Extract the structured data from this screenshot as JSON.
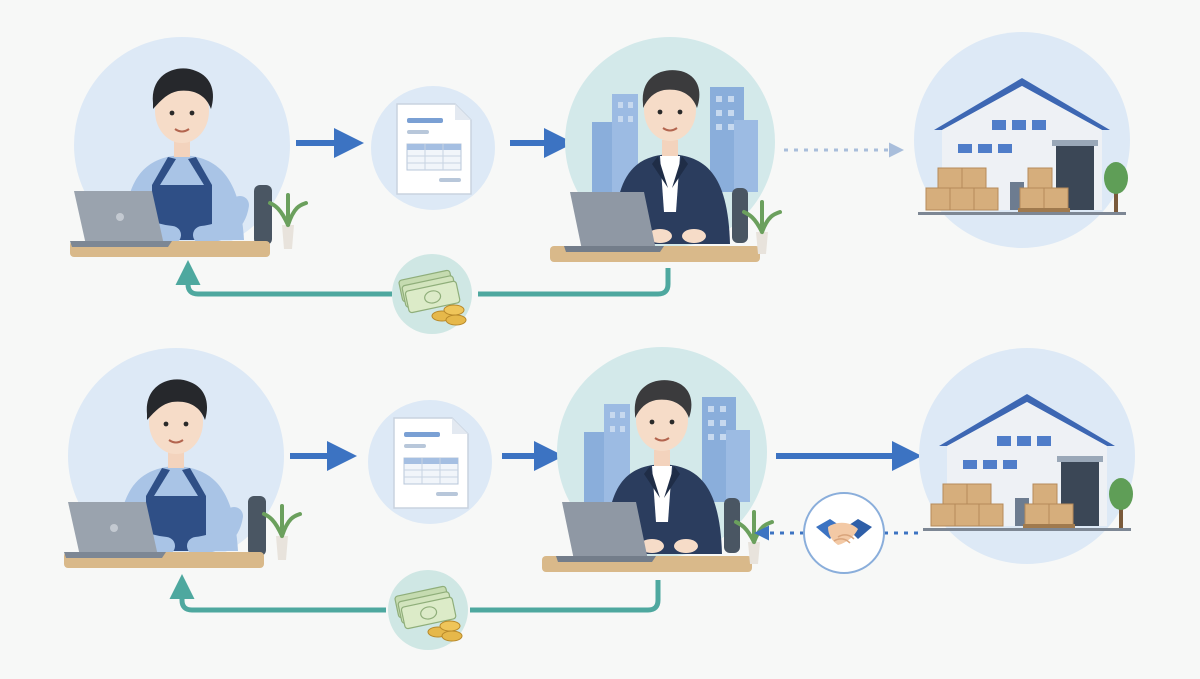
{
  "diagram": {
    "layout": "two-row-flow",
    "rows": [
      {
        "id": "row-top",
        "nodes": [
          "seller",
          "invoice-document",
          "buyer",
          "warehouse"
        ],
        "flows": [
          {
            "from": "seller",
            "to": "invoice-document",
            "style": "solid",
            "color": "#3c73c2"
          },
          {
            "from": "invoice-document",
            "to": "buyer",
            "style": "solid",
            "color": "#3c73c2"
          },
          {
            "from": "buyer",
            "to": "warehouse",
            "style": "dotted",
            "color": "#a9bedb"
          },
          {
            "from": "buyer",
            "to": "seller",
            "via": "money",
            "style": "solid",
            "color": "#4ea89f"
          }
        ]
      },
      {
        "id": "row-bottom",
        "nodes": [
          "seller",
          "invoice-document",
          "buyer",
          "warehouse",
          "handshake"
        ],
        "flows": [
          {
            "from": "seller",
            "to": "invoice-document",
            "style": "solid",
            "color": "#3c73c2"
          },
          {
            "from": "invoice-document",
            "to": "buyer",
            "style": "solid",
            "color": "#3c73c2"
          },
          {
            "from": "buyer",
            "to": "warehouse",
            "style": "solid",
            "color": "#3c73c2"
          },
          {
            "from": "warehouse",
            "to": "buyer",
            "via": "handshake",
            "style": "dotted",
            "color": "#3c73c2"
          },
          {
            "from": "buyer",
            "to": "seller",
            "via": "money",
            "style": "solid",
            "color": "#4ea89f"
          }
        ]
      }
    ]
  },
  "icons": {
    "seller": "person-with-apron-at-laptop",
    "document": "invoice-document-icon",
    "buyer": "businessman-at-laptop",
    "warehouse": "warehouse-with-boxes",
    "money": "cash-and-coins-icon",
    "handshake": "handshake-icon"
  },
  "colors": {
    "background": "#f7f8f7",
    "circle_blue": "#dde9f6",
    "circle_teal": "#d3e9ea",
    "arrow_blue": "#3c73c2",
    "arrow_teal": "#4ea89f",
    "arrow_dotted_light": "#a9bedb"
  }
}
